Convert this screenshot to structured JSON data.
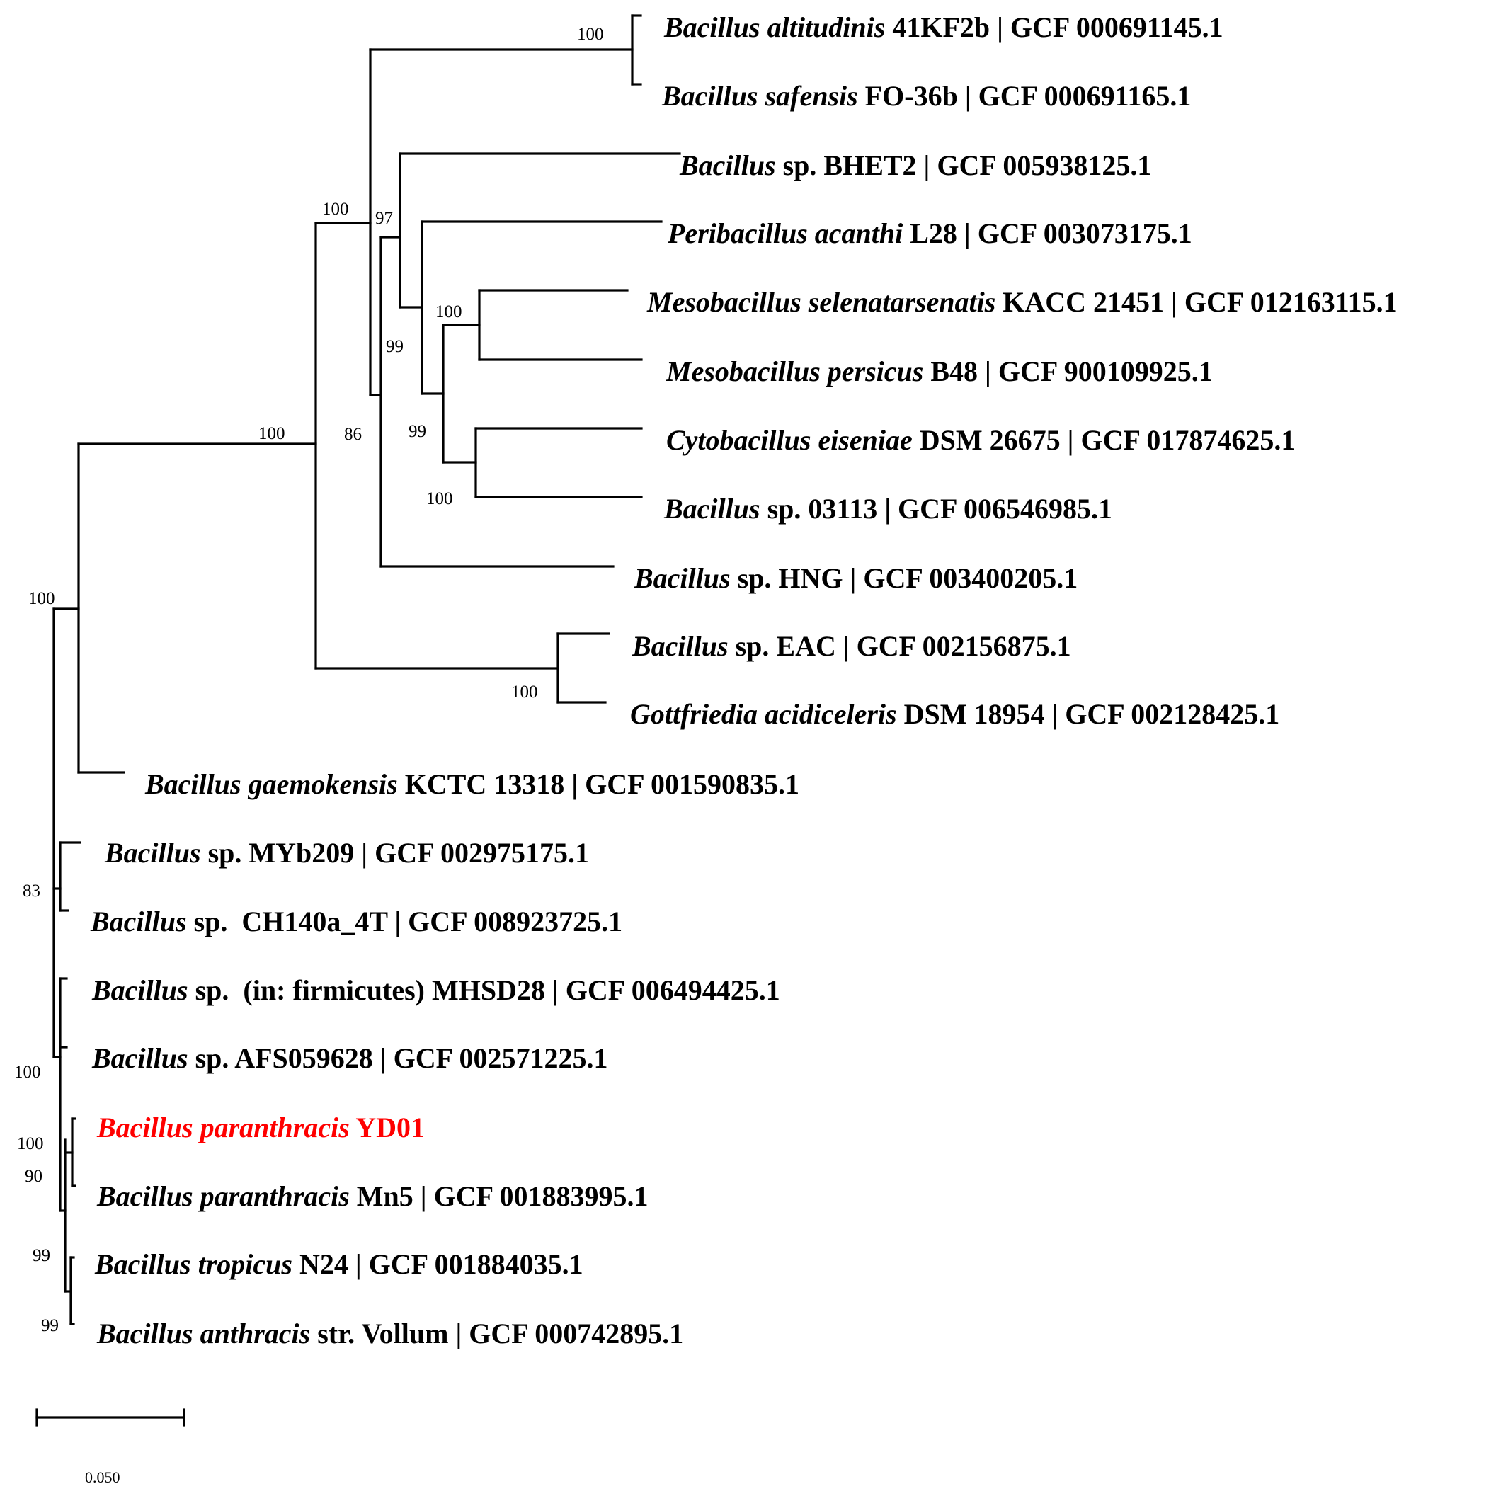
{
  "figure": {
    "scale_label": "0.050",
    "colors": {
      "branch": "#000000",
      "text": "#000000",
      "highlight": "#ff0000"
    }
  },
  "leaves": [
    {
      "genus": "Bacillus altitudinis",
      "rest": "41KF2b | GCF 000691145.1"
    },
    {
      "genus": "Bacillus safensis",
      "rest": "FO-36b | GCF 000691165.1"
    },
    {
      "genus": "Bacillus",
      "rest": "sp. BHET2 | GCF 005938125.1"
    },
    {
      "genus": "Peribacillus acanthi",
      "rest": "L28 | GCF 003073175.1"
    },
    {
      "genus": "Mesobacillus selenatarsenatis",
      "rest": "KACC 21451 | GCF 012163115.1"
    },
    {
      "genus": "Mesobacillus persicus",
      "rest": "B48 | GCF 900109925.1"
    },
    {
      "genus": "Cytobacillus eiseniae",
      "rest": "DSM 26675 | GCF 017874625.1"
    },
    {
      "genus": "Bacillus",
      "rest": "sp. 03113 | GCF 006546985.1"
    },
    {
      "genus": "Bacillus",
      "rest": "sp. HNG | GCF 003400205.1"
    },
    {
      "genus": "Bacillus",
      "rest": "sp. EAC | GCF 002156875.1"
    },
    {
      "genus": "Gottfriedia acidiceleris",
      "rest": "DSM 18954 | GCF 002128425.1"
    },
    {
      "genus": "Bacillus gaemokensis",
      "rest": "KCTC 13318 | GCF 001590835.1"
    },
    {
      "genus": "Bacillus",
      "rest": "sp. MYb209 | GCF 002975175.1"
    },
    {
      "genus": "Bacillus",
      "rest": "sp.  CH140a_4T | GCF 008923725.1"
    },
    {
      "genus": "Bacillus",
      "rest": "sp.  (in: firmicutes) MHSD28 | GCF 006494425.1"
    },
    {
      "genus": "Bacillus",
      "rest": "sp. AFS059628 | GCF 002571225.1"
    },
    {
      "genus": "Bacillus paranthracis",
      "rest": "YD01",
      "highlight": true
    },
    {
      "genus": "Bacillus paranthracis",
      "rest": "Mn5 | GCF 001883995.1"
    },
    {
      "genus": "Bacillus tropicus",
      "rest": "N24 | GCF 001884035.1"
    },
    {
      "genus": "Bacillus anthracis",
      "rest": "str. Vollum | GCF 000742895.1"
    }
  ],
  "bootstrap": [
    "100",
    "100",
    "97",
    "100",
    "99",
    "86",
    "99",
    "100",
    "100",
    "100",
    "100",
    "83",
    "100",
    "100",
    "90",
    "99",
    "99"
  ]
}
